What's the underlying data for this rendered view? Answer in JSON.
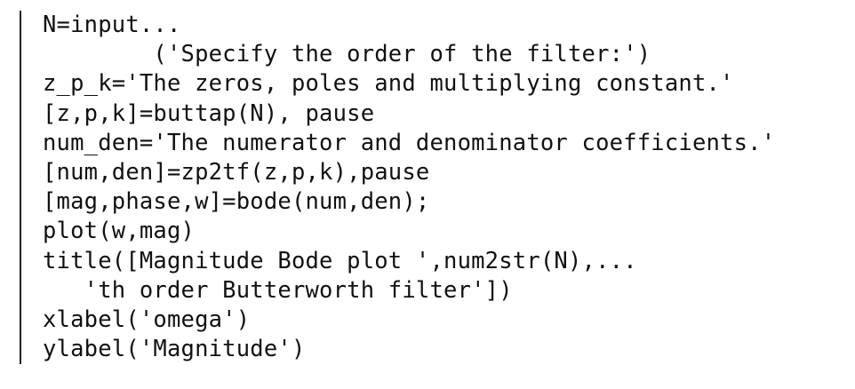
{
  "code": {
    "lines": [
      "N=input...",
      "        ('Specify the order of the filter:')",
      "z_p_k='The zeros, poles and multiplying constant.'",
      "[z,p,k]=buttap(N), pause",
      "num_den='The numerator and denominator coefficients.'",
      "[num,den]=zp2tf(z,p,k),pause",
      "[mag,phase,w]=bode(num,den);",
      "plot(w,mag)",
      "title([Magnitude Bode plot ',num2str(N),...",
      "   'th order Butterworth filter'])",
      "xlabel('omega')",
      "ylabel('Magnitude')"
    ]
  }
}
